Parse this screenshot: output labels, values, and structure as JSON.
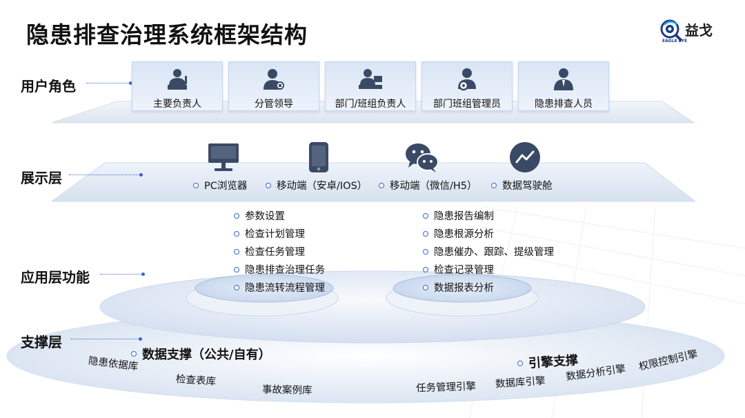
{
  "title": "隐患排查治理系统框架结构",
  "logo": {
    "name": "益戈",
    "subtitle": "EAGLE EYE"
  },
  "layers": {
    "user_roles": "用户角色",
    "presentation": "展示层",
    "application": "应用层功能",
    "support": "支撑层"
  },
  "roles": [
    {
      "label": "主要负责人",
      "icon": "speaker-person-icon"
    },
    {
      "label": "分管领导",
      "icon": "person-badge-icon"
    },
    {
      "label": "部门/班组负责人",
      "icon": "person-desk-icon"
    },
    {
      "label": "部门班组管理员",
      "icon": "person-gear-icon"
    },
    {
      "label": "隐患排查人员",
      "icon": "person-suit-icon"
    }
  ],
  "presentation": [
    {
      "label": "PC浏览器",
      "icon": "monitor-icon"
    },
    {
      "label": "移动端（安卓/IOS）",
      "icon": "phone-icon"
    },
    {
      "label": "移动端（微信/H5）",
      "icon": "wechat-icon"
    },
    {
      "label": "数据驾驶舱",
      "icon": "trend-chart-icon"
    }
  ],
  "application": {
    "left": [
      "参数设置",
      "检查计划管理",
      "检查任务管理",
      "隐患排查治理任务",
      "隐患流转流程管理"
    ],
    "right": [
      "隐患报告编制",
      "隐患根源分析",
      "隐患催办、跟踪、提级管理",
      "检查记录管理",
      "数据报表分析"
    ]
  },
  "support": {
    "data_head": "数据支撑（公共/自有）",
    "data_items": [
      "隐患依据库",
      "检查表库",
      "事故案例库"
    ],
    "engine_head": "引擎支撑",
    "engine_items": [
      "任务管理引擎",
      "数据库引擎",
      "数据分析引擎",
      "权限控制引擎"
    ]
  },
  "colors": {
    "accent": "#3d66c8",
    "icon": "#3a4a66",
    "card_bg": "#e3ecf8"
  }
}
